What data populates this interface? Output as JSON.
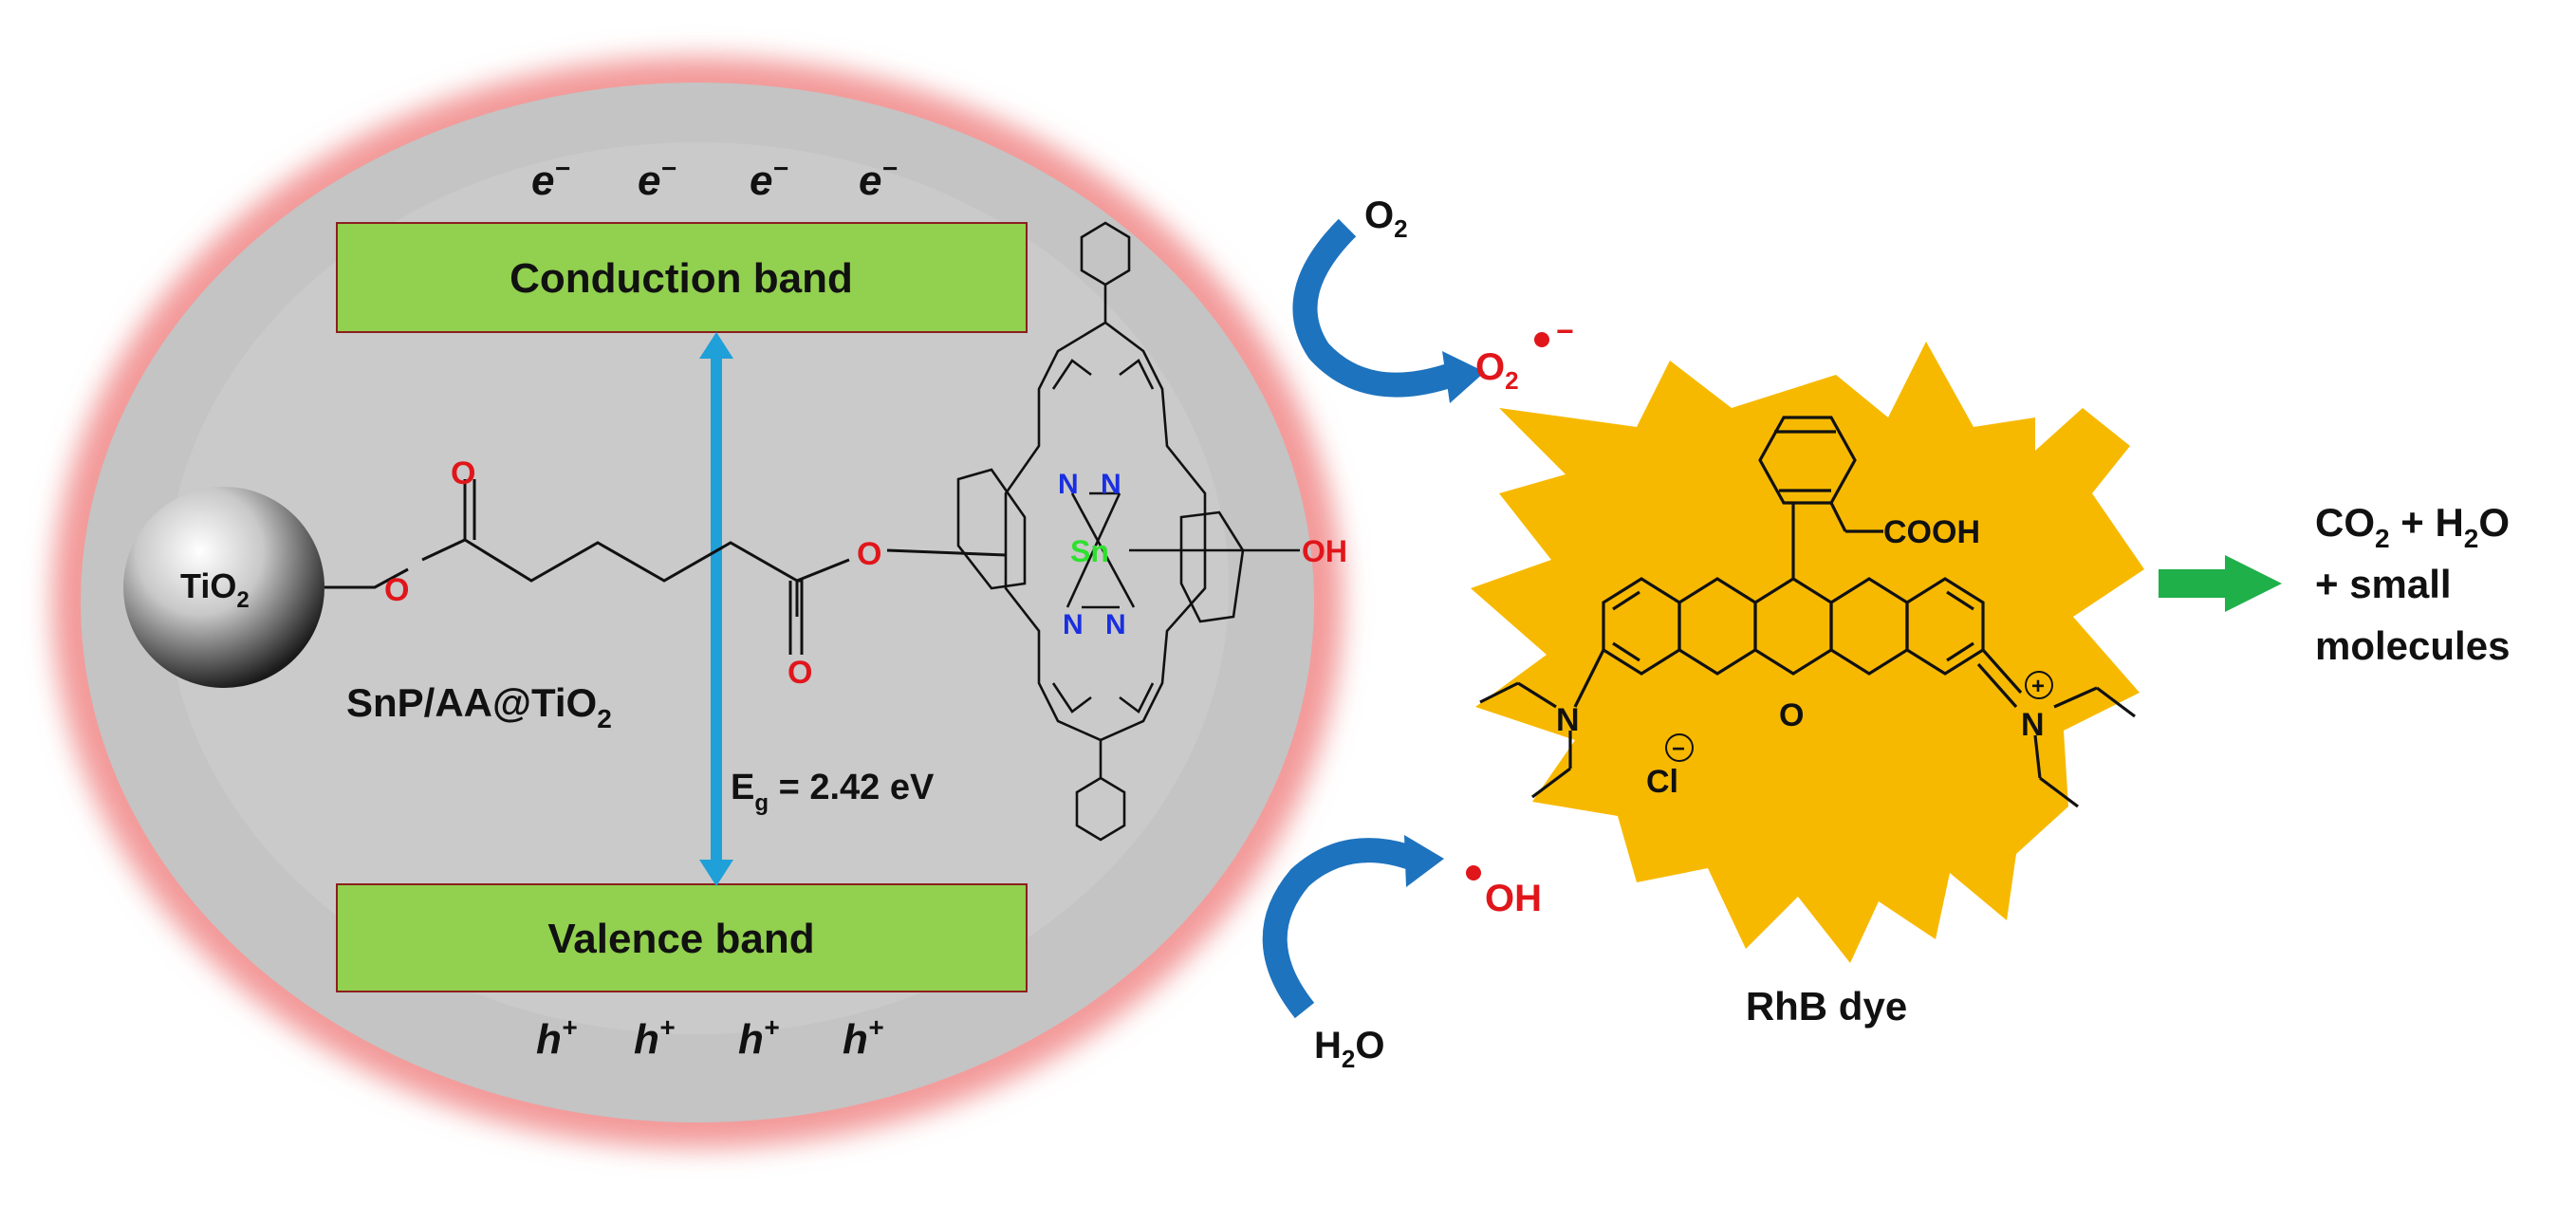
{
  "colors": {
    "ellipse_fill": "#c6c6c6",
    "ellipse_glow": "#f27a7a",
    "band_fill": "#92d050",
    "band_border": "#8b1f1f",
    "bandgap_arrow": "#1fa0d8",
    "curved_arrow": "#1e73be",
    "radical_red": "#e0161b",
    "oxygen_red": "#e0161b",
    "nitrogen_blue": "#1a2fe0",
    "tin_green": "#2fe02f",
    "star_fill": "#f7b900",
    "product_arrow": "#1fb04a"
  },
  "icons": [
    "tio2-sphere-icon",
    "porphyrin-structure-icon",
    "rhodamine-b-structure-icon",
    "starburst-icon"
  ],
  "labels": {
    "conduction_band": "Conduction band",
    "valence_band": "Valence band",
    "electron": "e",
    "electron_charge": "−",
    "hole": "h",
    "hole_charge": "+",
    "tio2_main": "TiO",
    "tio2_sub": "2",
    "catalyst_main": "SnP/AA@TiO",
    "catalyst_sub": "2",
    "bandgap_e": "E",
    "bandgap_sub": "g",
    "bandgap_value": " = 2.42 eV",
    "o2_main": "O",
    "o2_sub": "2",
    "superoxide_main": "O",
    "superoxide_sub": "2",
    "superoxide_charge": "−",
    "hydroxyl": "OH",
    "water_h": "H",
    "water_sub": "2",
    "water_o": "O",
    "dye_name": "RhB dye",
    "products_line1_a": "CO",
    "products_line1_sub": "2",
    "products_line1_b": " + H",
    "products_line1_sub2": "2",
    "products_line1_c": "O",
    "products_line2": "+ small",
    "products_line3": "molecules"
  },
  "linker_atoms": {
    "o_top": "O",
    "o_ester": "O",
    "o_bottom": "O",
    "o_right": "O"
  },
  "porphyrin_atoms": {
    "n": "N",
    "sn": "Sn",
    "oh": "OH"
  },
  "rhb_atoms": {
    "cooh": "COOH",
    "n_left": "N",
    "o_ring": "O",
    "n_right": "N",
    "cl": "Cl",
    "plus": "+",
    "minus": "−"
  }
}
